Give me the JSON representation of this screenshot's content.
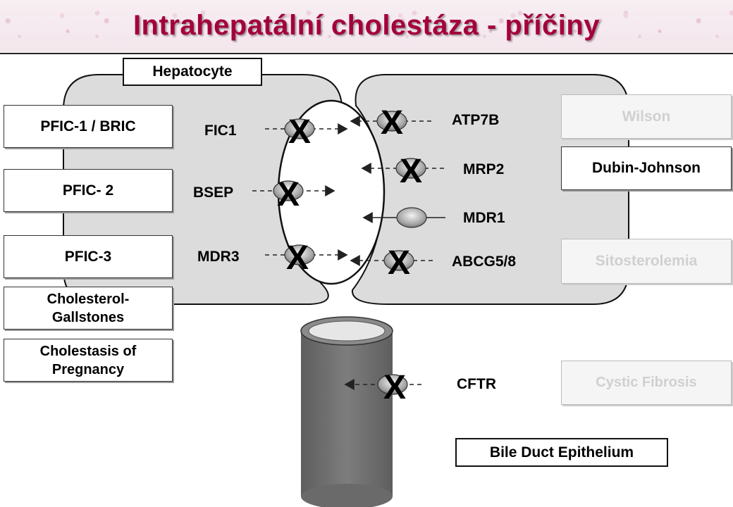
{
  "title": "Intrahepatální cholestáza - příčiny",
  "labels": {
    "hepatocyte": "Hepatocyte",
    "bile_duct": "Bile Duct Epithelium"
  },
  "left_diseases": [
    "PFIC-1 / BRIC",
    "PFIC- 2",
    "PFIC-3",
    "Cholesterol-\nGallstones",
    "Cholestasis of\nPregnancy"
  ],
  "right_diseases": [
    {
      "name": "Wilson",
      "faded": true
    },
    {
      "name": "Dubin-Johnson",
      "faded": false
    },
    {
      "name": "Sitosterolemia",
      "faded": true
    },
    {
      "name": "Cystic Fibrosis",
      "faded": true
    }
  ],
  "left_transporters": [
    "FIC1",
    "BSEP",
    "MDR3"
  ],
  "right_transporters": [
    "ATP7B",
    "MRP2",
    "MDR1",
    "ABCG5/8"
  ],
  "duct_transporter": "CFTR",
  "blocked_marker": "X",
  "colors": {
    "title": "#a4003c",
    "cell_fill": "#dcdcdc",
    "duct_fill": "#6f6f6f"
  }
}
